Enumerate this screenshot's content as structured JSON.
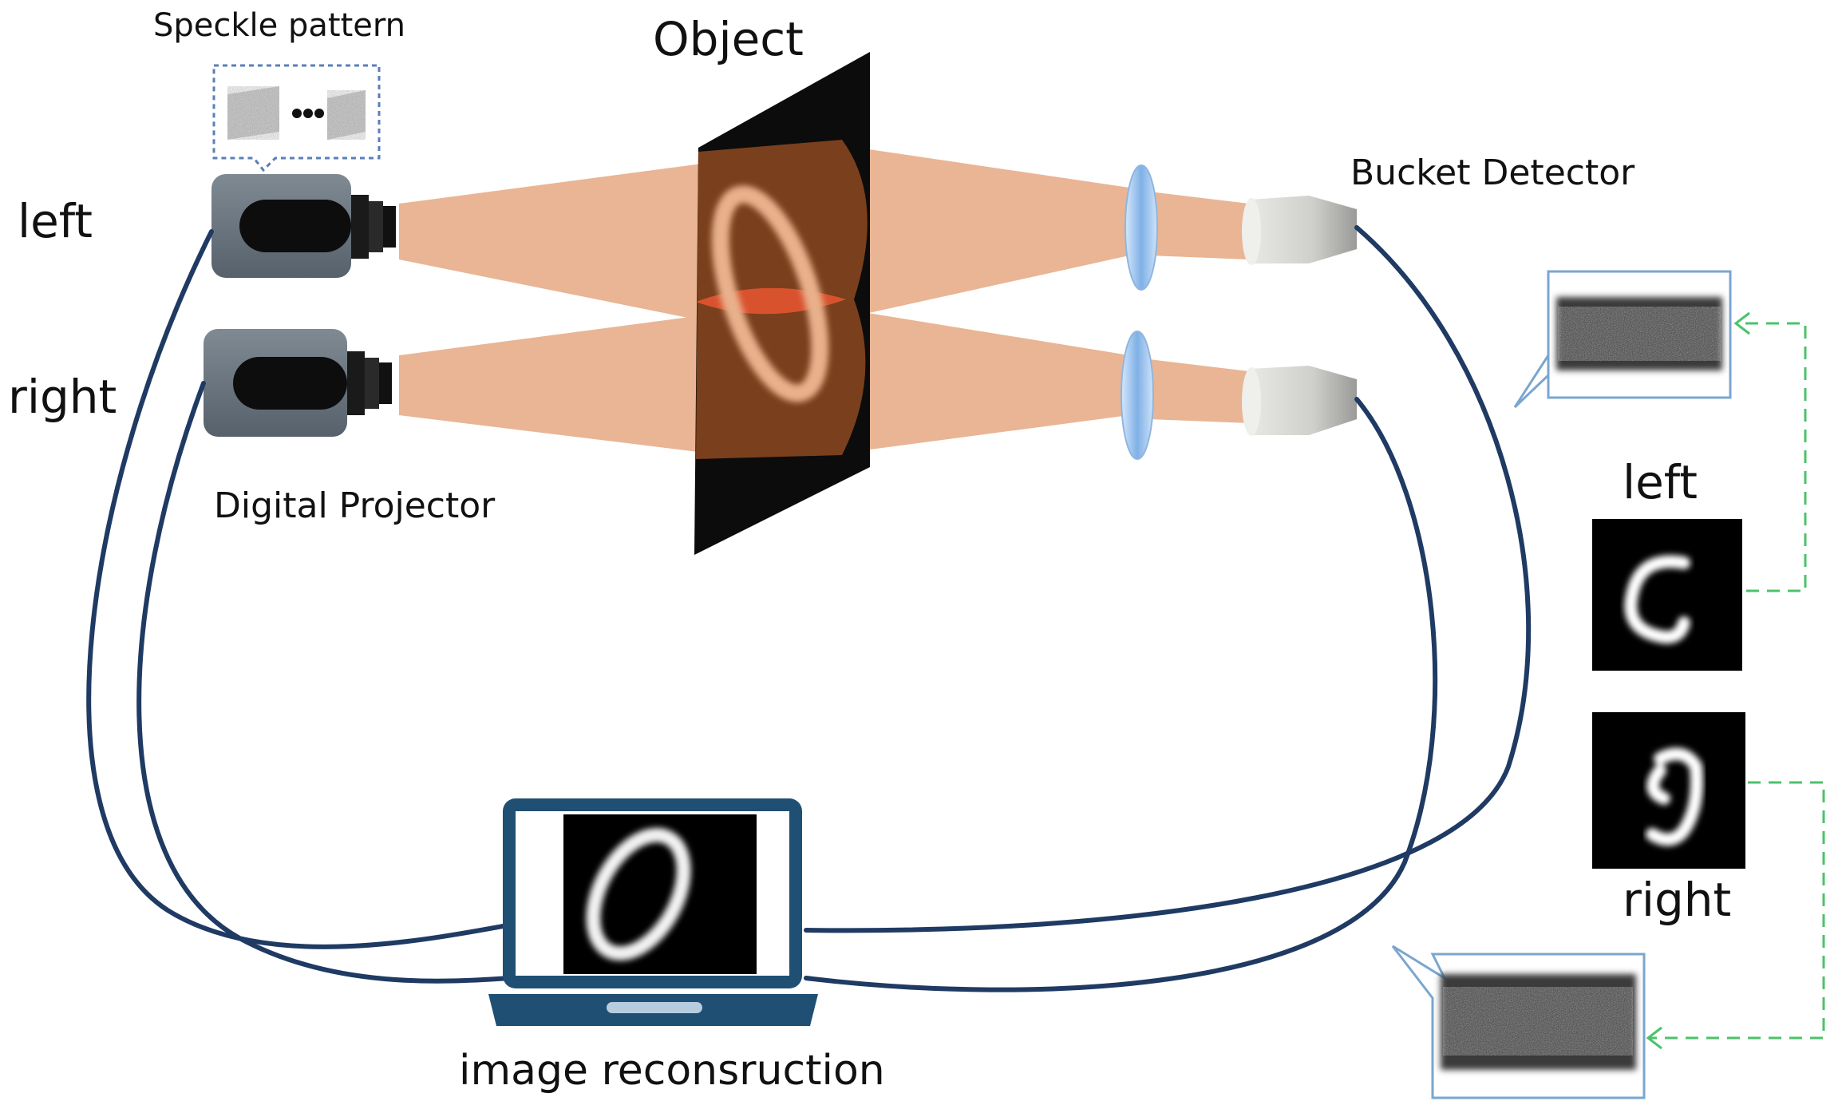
{
  "labels": {
    "speckle_pattern": "Speckle pattern",
    "object": "Object",
    "bucket_detector": "Bucket Detector",
    "left": "left",
    "right": "right",
    "digital_projector": "Digital Projector",
    "image_reconstruction": "image reconsruction",
    "result_left": "left",
    "result_right": "right"
  },
  "colors": {
    "cable": "#1f3a63",
    "beam": "#e9b594",
    "object_plate": "#0c0c0c",
    "object_illumination": "#7a3f1c",
    "beam_overlap": "#d9522e",
    "projector_body": "#6b7680",
    "lens": "#9cc2ec",
    "detector": "#dcdcd8",
    "signal_trace": "#333333",
    "dashed_link": "#4cc26a",
    "laptop_frame": "#1f4f73"
  },
  "icons": {
    "projector": "digital-projector-icon",
    "lens": "lens-icon",
    "detector": "bucket-detector-icon",
    "laptop": "laptop-icon",
    "speckle": "speckle-pattern-icon",
    "signal": "signal-trace-icon"
  }
}
